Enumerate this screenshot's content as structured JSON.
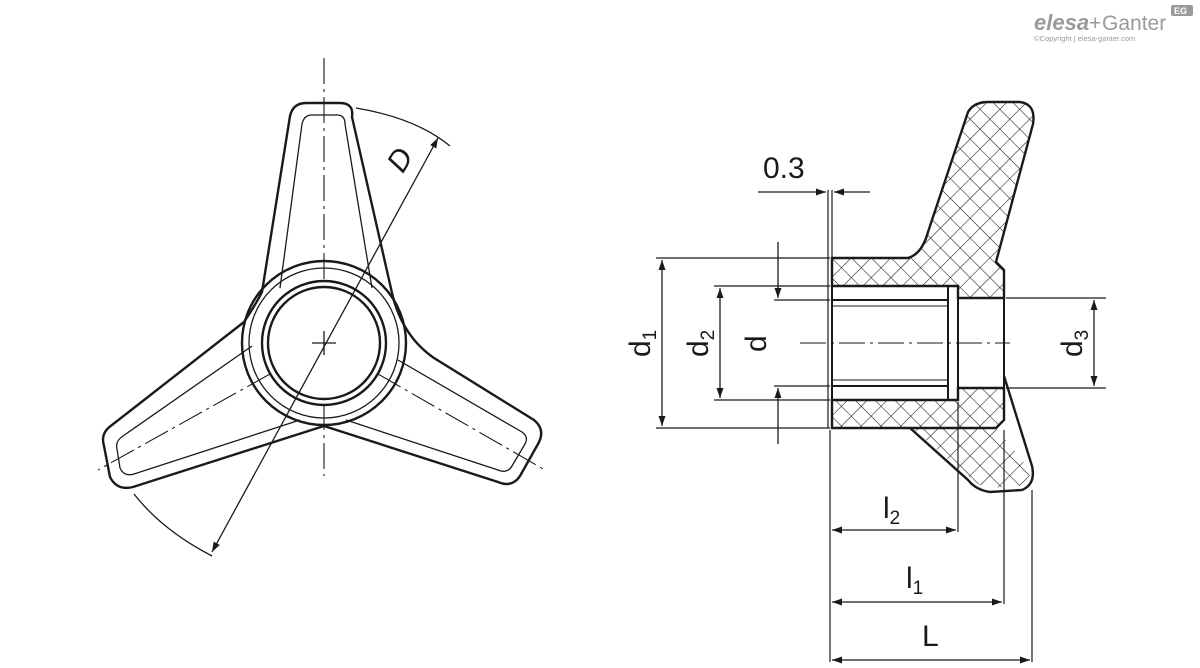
{
  "logo": {
    "elesa": "elesa",
    "plus": "+",
    "ganter": "Ganter",
    "badge": "EG",
    "copyright": "©Copyright | elesa-ganter.com"
  },
  "labels": {
    "D": "D",
    "gap": "0.3",
    "d1": "d",
    "d1_sub": "1",
    "d2": "d",
    "d2_sub": "2",
    "d": "d",
    "d3": "d",
    "d3_sub": "3",
    "l2": "l",
    "l2_sub": "2",
    "l1": "l",
    "l1_sub": "1",
    "L": "L"
  },
  "colors": {
    "line": "#1a1a1a",
    "logo": "#9a9a9a"
  }
}
